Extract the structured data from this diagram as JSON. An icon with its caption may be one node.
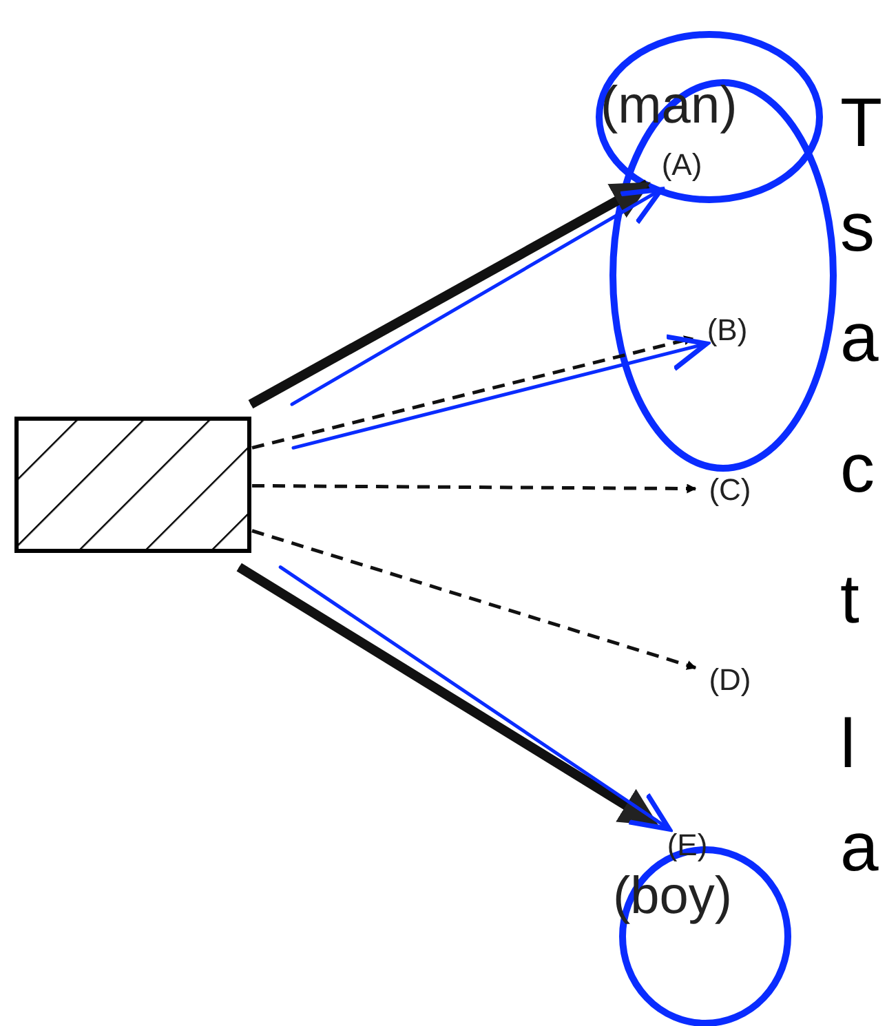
{
  "diagram": {
    "nodes": [
      {
        "text": [],
        "shape": "box"
      },
      {
        "text": [
          "(A)"
        ],
        "beside": [
          "(man)"
        ]
      },
      {
        "text": [
          "(B)"
        ]
      },
      {
        "text": [
          "(C)"
        ]
      },
      {
        "text": [
          "(D)"
        ]
      },
      {
        "text": [
          "(E)"
        ],
        "beside": [
          "(boy)"
        ]
      }
    ],
    "edges": [
      {
        "from": 0,
        "to": 1,
        "arrow": "to",
        "style": "dashed"
      },
      {
        "from": 0,
        "to": 2,
        "arrow": "to",
        "style": "dashed"
      },
      {
        "from": 0,
        "to": 3,
        "arrow": "to",
        "style": "dashed"
      },
      {
        "from": 0,
        "to": 4,
        "arrow": "to",
        "style": "dashed"
      },
      {
        "from": 0,
        "to": 5,
        "arrow": "to",
        "style": "dashed"
      },
      {
        "from": 0,
        "to": 1,
        "arrow": "to",
        "style": "thick"
      },
      {
        "from": 0,
        "to": 5,
        "arrow": "to",
        "style": "thick"
      },
      {
        "from": 0,
        "to": 1,
        "arrow": "to",
        "color": "#0a2cff"
      },
      {
        "from": 0,
        "to": 2,
        "arrow": "to",
        "color": "#0a2cff"
      },
      {
        "from": 0,
        "to": 5,
        "arrow": "to",
        "color": "#0a2cff"
      }
    ],
    "labels": [
      "T",
      "s",
      "a",
      "c",
      "t",
      "l",
      "a"
    ]
  }
}
